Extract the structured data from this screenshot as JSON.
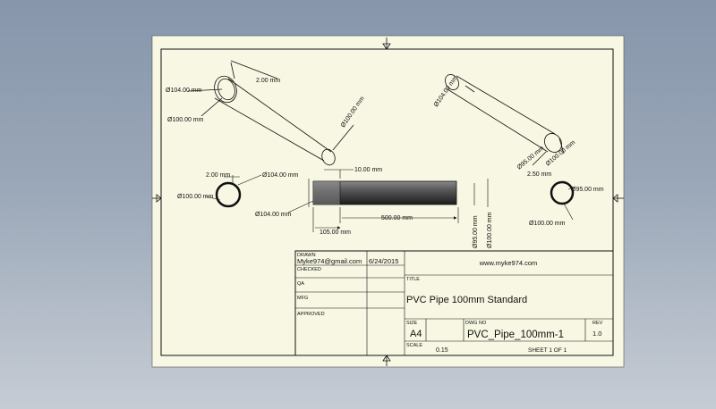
{
  "dimensions": {
    "iso1": {
      "wall": "2.00 mm",
      "outer_dia": "Ø104.00 mm",
      "inner_dia": "Ø100.00 mm",
      "end_dia": "Ø100.00 mm"
    },
    "iso2": {
      "dia_top": "Ø104.00 mm",
      "dia_end_a": "Ø95.00 mm",
      "dia_end_b": "Ø100.00 mm",
      "len": "2.50 mm"
    },
    "end_left": {
      "wall": "2.00 mm",
      "outer": "Ø104.00 mm",
      "inner": "Ø100.00 mm"
    },
    "side": {
      "step": "10.00 mm",
      "outer_dia": "Ø104.00 mm",
      "length": "500.00 mm",
      "offset": "105.00 mm",
      "dia_a": "Ø95.00 mm",
      "dia_b": "Ø100.00 mm"
    },
    "end_right": {
      "inner": "Ø95.00 mm",
      "outer": "Ø100.00 mm"
    }
  },
  "title_block": {
    "drawn_label": "DRAWN",
    "drawn_by": "Myke974@gmail.com",
    "date": "6/24/2015",
    "checked_label": "CHECKED",
    "qa_label": "QA",
    "mfg_label": "MFG",
    "approved_label": "APPROVED",
    "company": "www.myke974.com",
    "title_label": "TITLE",
    "title": "PVC Pipe 100mm Standard",
    "size_label": "SIZE",
    "size": "A4",
    "dwg_label": "DWG NO",
    "dwg_no": "PVC_Pipe_100mm-1",
    "rev_label": "REV",
    "rev": "1.0",
    "scale_label": "SCALE",
    "scale": "0.15",
    "sheet": "SHEET 1  OF 1"
  }
}
